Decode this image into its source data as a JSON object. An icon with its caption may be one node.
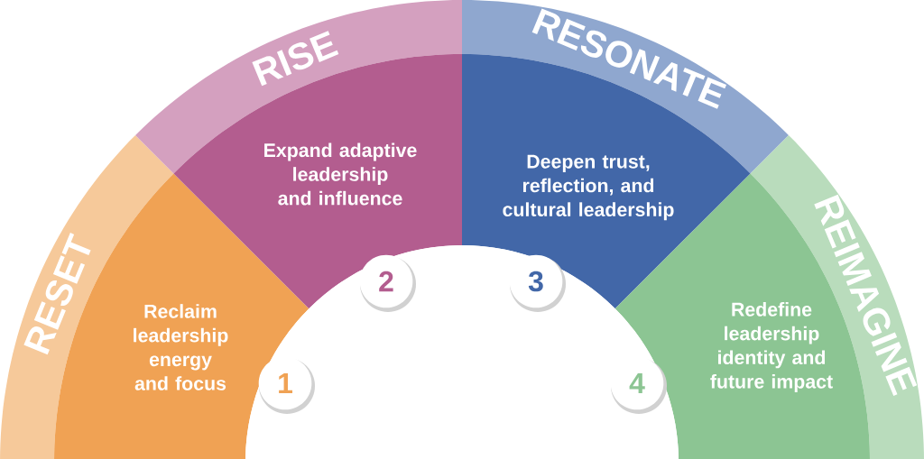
{
  "diagram": {
    "nodes": [
      {
        "text": [
          "RESET",
          "Reclaim leadership energy and focus"
        ]
      },
      {
        "text": [
          "RISE",
          "Expand adaptive leadership and influence"
        ]
      },
      {
        "text": [
          "RESONATE",
          "Deepen trust, reflection, and cultural leadership"
        ]
      },
      {
        "text": [
          "REIMAGINE",
          "Redefine leadership identity and future impact"
        ]
      },
      {
        "text": [
          "1"
        ]
      },
      {
        "text": [
          "2"
        ]
      },
      {
        "text": [
          "3"
        ]
      },
      {
        "text": [
          "4"
        ]
      }
    ]
  }
}
